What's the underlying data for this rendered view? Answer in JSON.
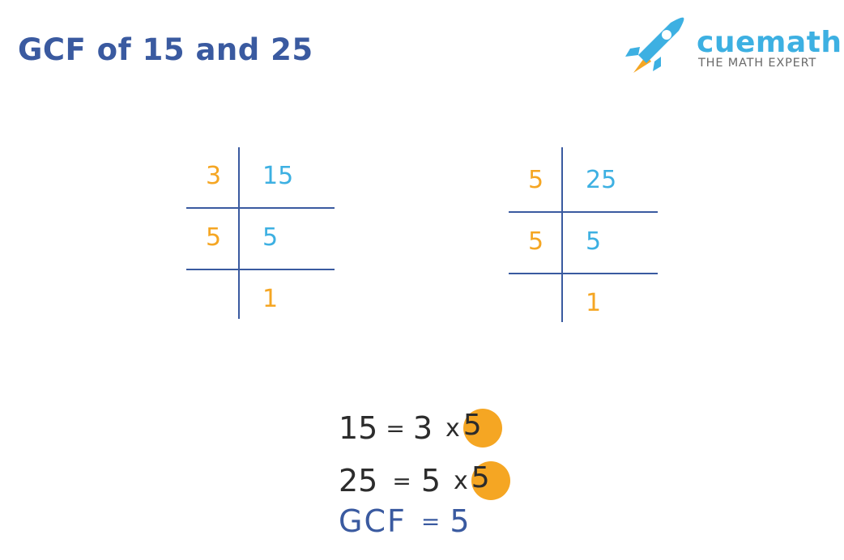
{
  "title": "GCF of 15 and 25",
  "logo": {
    "name": "cuemath",
    "tagline": "THE MATH EXPERT"
  },
  "tables": [
    {
      "rows": [
        {
          "divisor": "3",
          "value": "15"
        },
        {
          "divisor": "5",
          "value": "5"
        },
        {
          "divisor": "",
          "value": "1"
        }
      ]
    },
    {
      "rows": [
        {
          "divisor": "5",
          "value": "25"
        },
        {
          "divisor": "5",
          "value": "5"
        },
        {
          "divisor": "",
          "value": "1"
        }
      ]
    }
  ],
  "equations": [
    {
      "number": "15",
      "equals": "=",
      "f1": "3",
      "times": "x",
      "common": "5"
    },
    {
      "number": "25",
      "equals": "=",
      "f1": "5",
      "times": "x",
      "common": "5"
    }
  ],
  "result": {
    "label": "GCF",
    "equals": "=",
    "value": "5"
  },
  "colors": {
    "title": "#3a5aa0",
    "divisor": "#f5a623",
    "quotient": "#3db0e2",
    "highlight": "#f5a623",
    "lines": "#3a5aa0"
  }
}
